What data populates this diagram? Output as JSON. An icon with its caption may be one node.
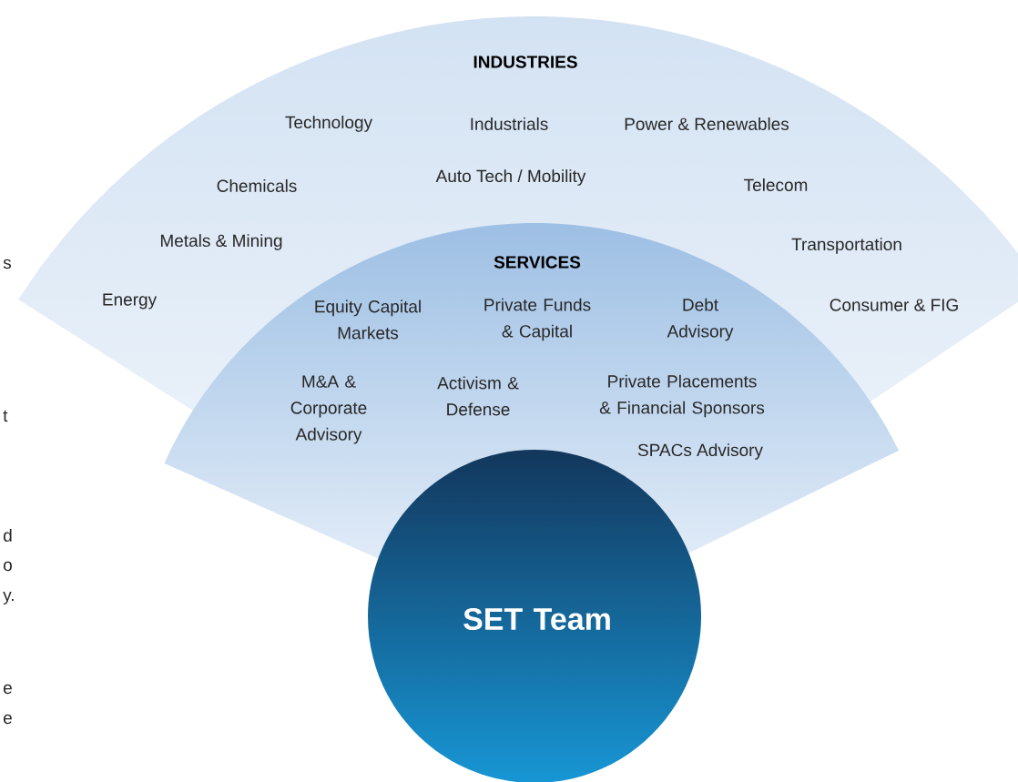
{
  "diagram": {
    "nodes": [
      {
        "text": [
          "INDUSTRIES",
          "Technology",
          "Industrials",
          "Power & Renewables",
          "Chemicals",
          "Auto Tech / Mobility",
          "Telecom",
          "Metals & Mining",
          "Transportation",
          "Energy",
          "Consumer & FIG"
        ]
      },
      {
        "text": [
          "SERVICES",
          "Equity Capital Markets",
          "Private Funds & Capital",
          "Debt Advisory",
          "M&A & Corporate Advisory",
          "Activism & Defense",
          "Private Placements & Financial Sponsors",
          "SPACs Advisory"
        ]
      },
      {
        "text": [
          "SET Team"
        ]
      }
    ],
    "labels": [
      "s",
      "t",
      "d",
      "o",
      "y.",
      "e",
      "e"
    ]
  }
}
